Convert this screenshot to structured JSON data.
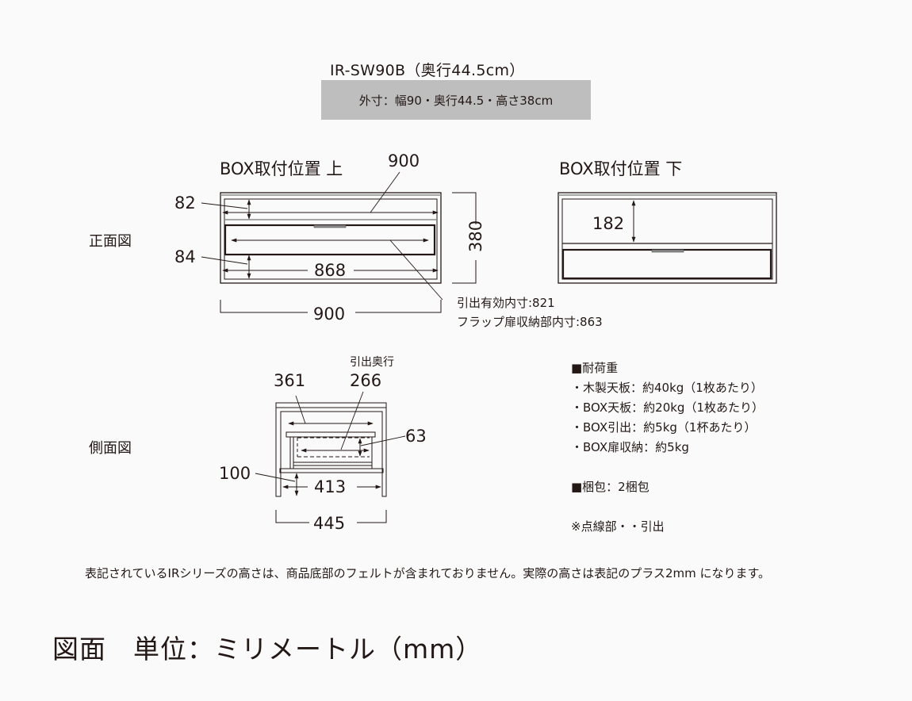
{
  "header": {
    "model_title": "IR-SW90B（奥行44.5cm）",
    "outer_dimensions": "外寸：幅90・奥行44.5・高さ38cm"
  },
  "front_view": {
    "label": "正面図",
    "box_top": {
      "label": "BOX取付位置 上",
      "dim_width_inner": "900",
      "dim_top_gap": "82",
      "dim_bottom_gap": "84",
      "dim_lower_width": "868",
      "dim_height": "380",
      "dim_overall_width": "900",
      "notes": [
        "引出有効内寸:821",
        "フラップ扉収納部内寸:863"
      ]
    },
    "box_bottom": {
      "label": "BOX取付位置 下",
      "dim_upper_space": "182"
    }
  },
  "side_view": {
    "label": "側面図",
    "drawer_depth_label": "引出奥行",
    "dim_shelf_depth": "361",
    "dim_drawer_depth": "266",
    "dim_drawer_height": "63",
    "dim_bottom_gap": "100",
    "dim_inner_depth": "413",
    "dim_overall_depth": "445"
  },
  "specs": {
    "load_heading": "■耐荷重",
    "load_items": [
      "・木製天板：約40kg（1枚あたり）",
      "・BOX天板：約20kg（1枚あたり）",
      "・BOX引出：約5kg（1杯あたり）",
      "・BOX扉収納：約5kg"
    ],
    "packaging": "■梱包：2梱包",
    "legend": "※点線部・・引出"
  },
  "footnote": "表記されているIRシリーズの高さは、商品底部のフェルトが含まれておりません。実際の高さは表記のプラス2mm になります。",
  "page_title": "図面　単位：ミリメートル（mm）",
  "colors": {
    "background": "#fafafa",
    "ink": "#231815",
    "header_box": "#bebebe",
    "gray_line": "#8a8a8a"
  }
}
